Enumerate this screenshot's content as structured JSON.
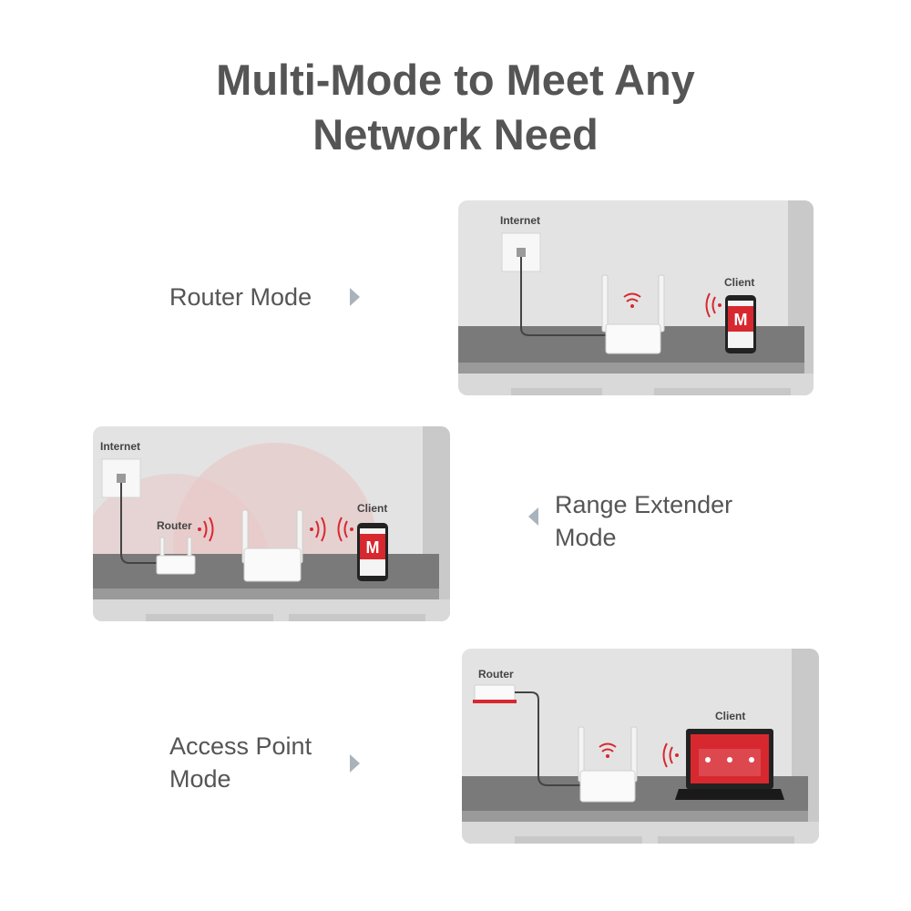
{
  "title": {
    "line1": "Multi-Mode to Meet Any",
    "line2": "Network Need"
  },
  "modes": [
    {
      "label_line1": "Router Mode",
      "label_line2": "",
      "scene_labels": {
        "internet": "Internet",
        "client": "Client"
      }
    },
    {
      "label_line1": "Range Extender",
      "label_line2": "Mode",
      "scene_labels": {
        "internet": "Internet",
        "router": "Router",
        "client": "Client"
      }
    },
    {
      "label_line1": "Access Point",
      "label_line2": "Mode",
      "scene_labels": {
        "router": "Router",
        "client": "Client"
      }
    }
  ],
  "colors": {
    "text": "#555555",
    "accent_red": "#d7282f",
    "wall": "#e3e3e3",
    "shelf": "#7a7a7a",
    "arrow": "#aab3bb"
  },
  "icons": [
    "play-arrow-right-icon",
    "play-arrow-left-icon",
    "wifi-signal-icon",
    "router-device",
    "smartphone",
    "laptop",
    "ethernet-wall-socket"
  ]
}
